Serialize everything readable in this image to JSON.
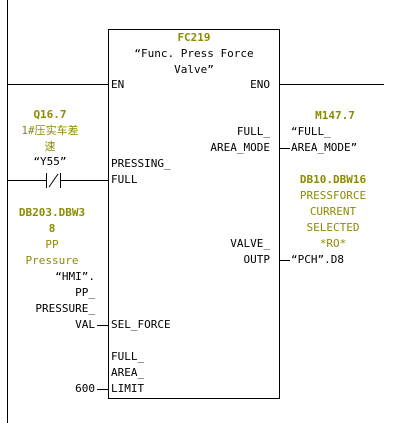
{
  "block": {
    "name": "FC219",
    "comment_lines": [
      "“Func. Press Force",
      "Valve”"
    ],
    "en": "EN",
    "eno": "ENO"
  },
  "inputs": {
    "pressing_full": {
      "address": "Q16.7",
      "comment_lines": [
        "1#压实车差",
        "速"
      ],
      "symbol": "“Y55”",
      "pin_lines": [
        "PRESSING_",
        "FULL"
      ]
    },
    "sel_force": {
      "address_lines": [
        "DB203.DBW3",
        "8"
      ],
      "comment_lines": [
        "PP",
        "Pressure"
      ],
      "symbol_lines": [
        "“HMI”.",
        "PP_",
        "PRESSURE_",
        "VAL"
      ],
      "pin": "SEL_FORCE"
    },
    "full_area_limit": {
      "pin_lines": [
        "FULL_",
        "AREA_",
        "LIMIT"
      ],
      "value": "600"
    }
  },
  "outputs": {
    "full_area_mode": {
      "address": "M147.7",
      "symbol_lines": [
        "“FULL_",
        "AREA_MODE”"
      ],
      "pin_lines": [
        "FULL_",
        "AREA_MODE"
      ]
    },
    "valve_outp": {
      "address": "DB10.DBW16",
      "comment_lines": [
        "PRESSFORCE",
        "CURRENT",
        "SELECTED",
        "*RO*"
      ],
      "symbol": "“PCH”.D8",
      "pin_lines": [
        "VALVE_",
        "OUTP"
      ]
    }
  }
}
